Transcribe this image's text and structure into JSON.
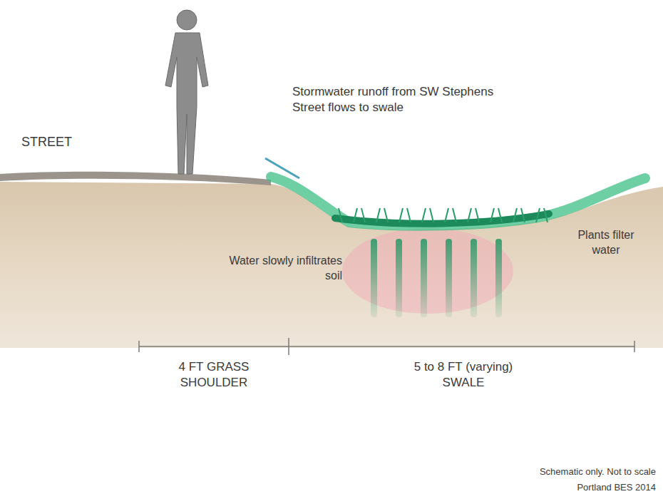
{
  "diagram": {
    "labels": [
      "STREET",
      "Stormwater runoff from SW Stephens Street flows to swale",
      "Water slowly infiltrates soil",
      "Plants filter water",
      "4 FT GRASS SHOULDER",
      "5 to 8 FT (varying) SWALE",
      "Schematic only. Not to scale",
      "Portland BES 2014"
    ]
  }
}
